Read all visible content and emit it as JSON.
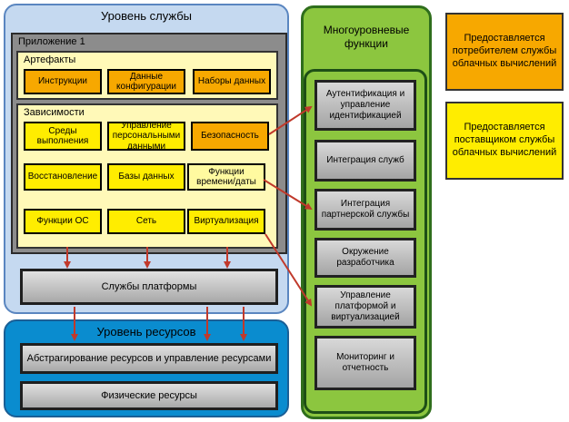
{
  "service_level": {
    "title": "Уровень службы"
  },
  "application": {
    "title": "Приложение 1",
    "artifacts": {
      "title": "Артефакты",
      "items": [
        "Инструкции",
        "Данные конфигурации",
        "Наборы данных"
      ]
    },
    "dependencies": {
      "title": "Зависимости",
      "items": [
        "Среды выполнения",
        "Управление персональными данными",
        "Безопасность",
        "Восстановление",
        "Базы данных",
        "Функции времени/даты",
        "Функции ОС",
        "Сеть",
        "Виртуализация"
      ]
    }
  },
  "platform_services": "Службы платформы",
  "resource_level": {
    "title": "Уровень ресурсов",
    "abstraction": "Абстрагирование ресурсов и управление ресурсами",
    "physical": "Физические ресурсы"
  },
  "multilevel": {
    "title": "Многоуровневые функции",
    "items": [
      "Аутентификация и управление идентификацией",
      "Интеграция служб",
      "Интеграция партнерской службы",
      "Окружение разработчика",
      "Управление платформой и виртуализацией",
      "Мониторинг и отчетность"
    ]
  },
  "legend": {
    "consumer": "Предоставляется потребителем службы облачных вычислений",
    "provider": "Предоставляется поставщиком службы облачных вычислений"
  },
  "colors": {
    "consumer": "#f7a800",
    "provider": "#ffed00",
    "arrow": "#c0392b"
  }
}
